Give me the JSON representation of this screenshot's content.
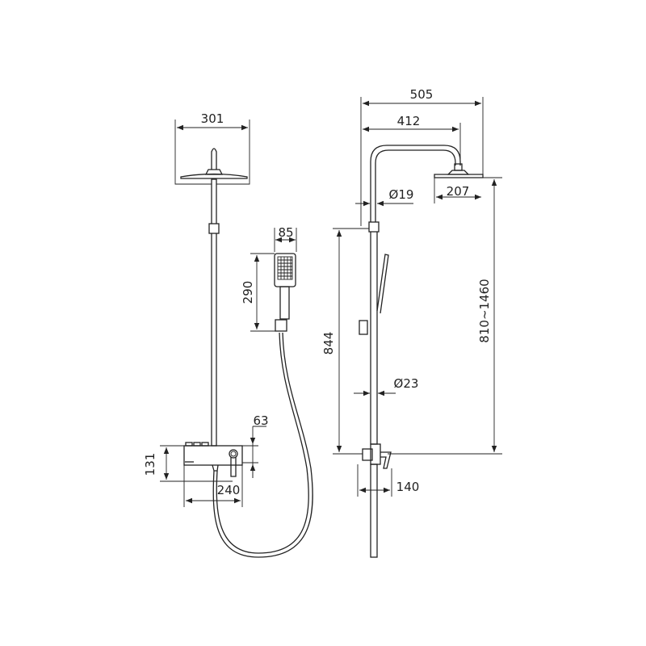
{
  "dimensions": {
    "head_width_front": "301",
    "hand_shower_width": "85",
    "hand_shower_height": "290",
    "mixer_offset": "63",
    "mixer_height": "131",
    "mixer_width": "240",
    "arm_total_reach": "505",
    "arm_reach": "412",
    "upper_pipe_diameter": "Ø19",
    "head_width_side": "207",
    "height_range": "810~1460",
    "rail_length": "844",
    "lower_pipe_diameter": "Ø23",
    "mixer_depth": "140"
  },
  "colors": {
    "line": "#222222",
    "background": "#ffffff"
  }
}
